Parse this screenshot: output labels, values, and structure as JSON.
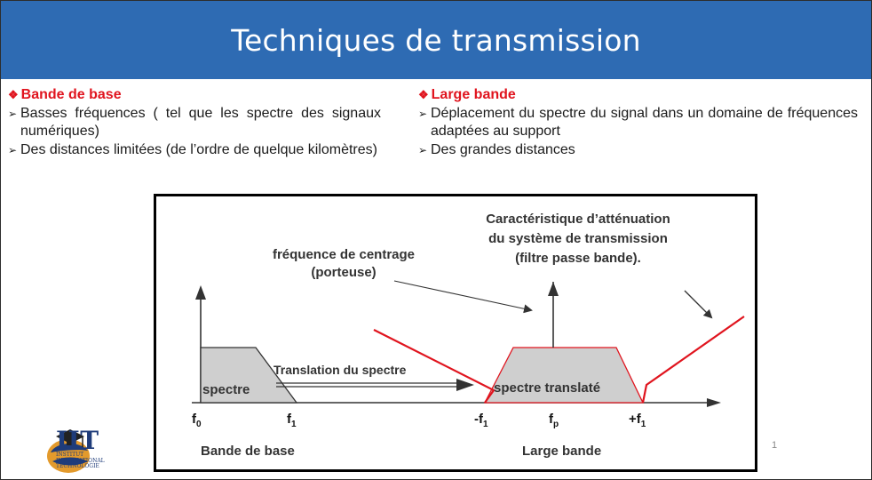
{
  "slide": {
    "title": "Techniques de transmission",
    "page_number": "1"
  },
  "left": {
    "heading": "Bande de base",
    "bullets": [
      "Basses fréquences ( tel que les spectre des signaux numériques)",
      "Des distances limitées (de l’ordre de quelque kilomètres)"
    ]
  },
  "right": {
    "heading": "Large bande",
    "bullets": [
      "Déplacement du spectre du signal dans un domaine de fréquences adaptées au support",
      "Des grandes distances"
    ]
  },
  "figure": {
    "label_freq_centrage_1": "fréquence de centrage",
    "label_freq_centrage_2": "(porteuse)",
    "label_carac_1": "Caractéristique d’atténuation",
    "label_carac_2": "du système de transmission",
    "label_carac_3": "(filtre passe bande).",
    "label_translation": "Translation du spectre",
    "label_spectre": "spectre",
    "label_spectre_translate": "spectre translaté",
    "tick_f0": "f",
    "tick_f0_sub": "0",
    "tick_f1": "f",
    "tick_f1_sub": "1",
    "tick_mf1": "-f",
    "tick_mf1_sub": "1",
    "tick_fp": "f",
    "tick_fp_sub": "p",
    "tick_pf1": "+f",
    "tick_pf1_sub": "1",
    "caption_left": "Bande de base",
    "caption_right": "Large bande"
  },
  "logo": {
    "name": "IIT",
    "line1": "INSTITUT",
    "line2": "INTERNATIONAL",
    "line3": "TECHNOLOGIE"
  },
  "colors": {
    "title_bar": "#2e6bb3",
    "heading_red": "#e0141e",
    "filter_red": "#e0141e",
    "spectrum_fill": "#cfcfcf"
  }
}
